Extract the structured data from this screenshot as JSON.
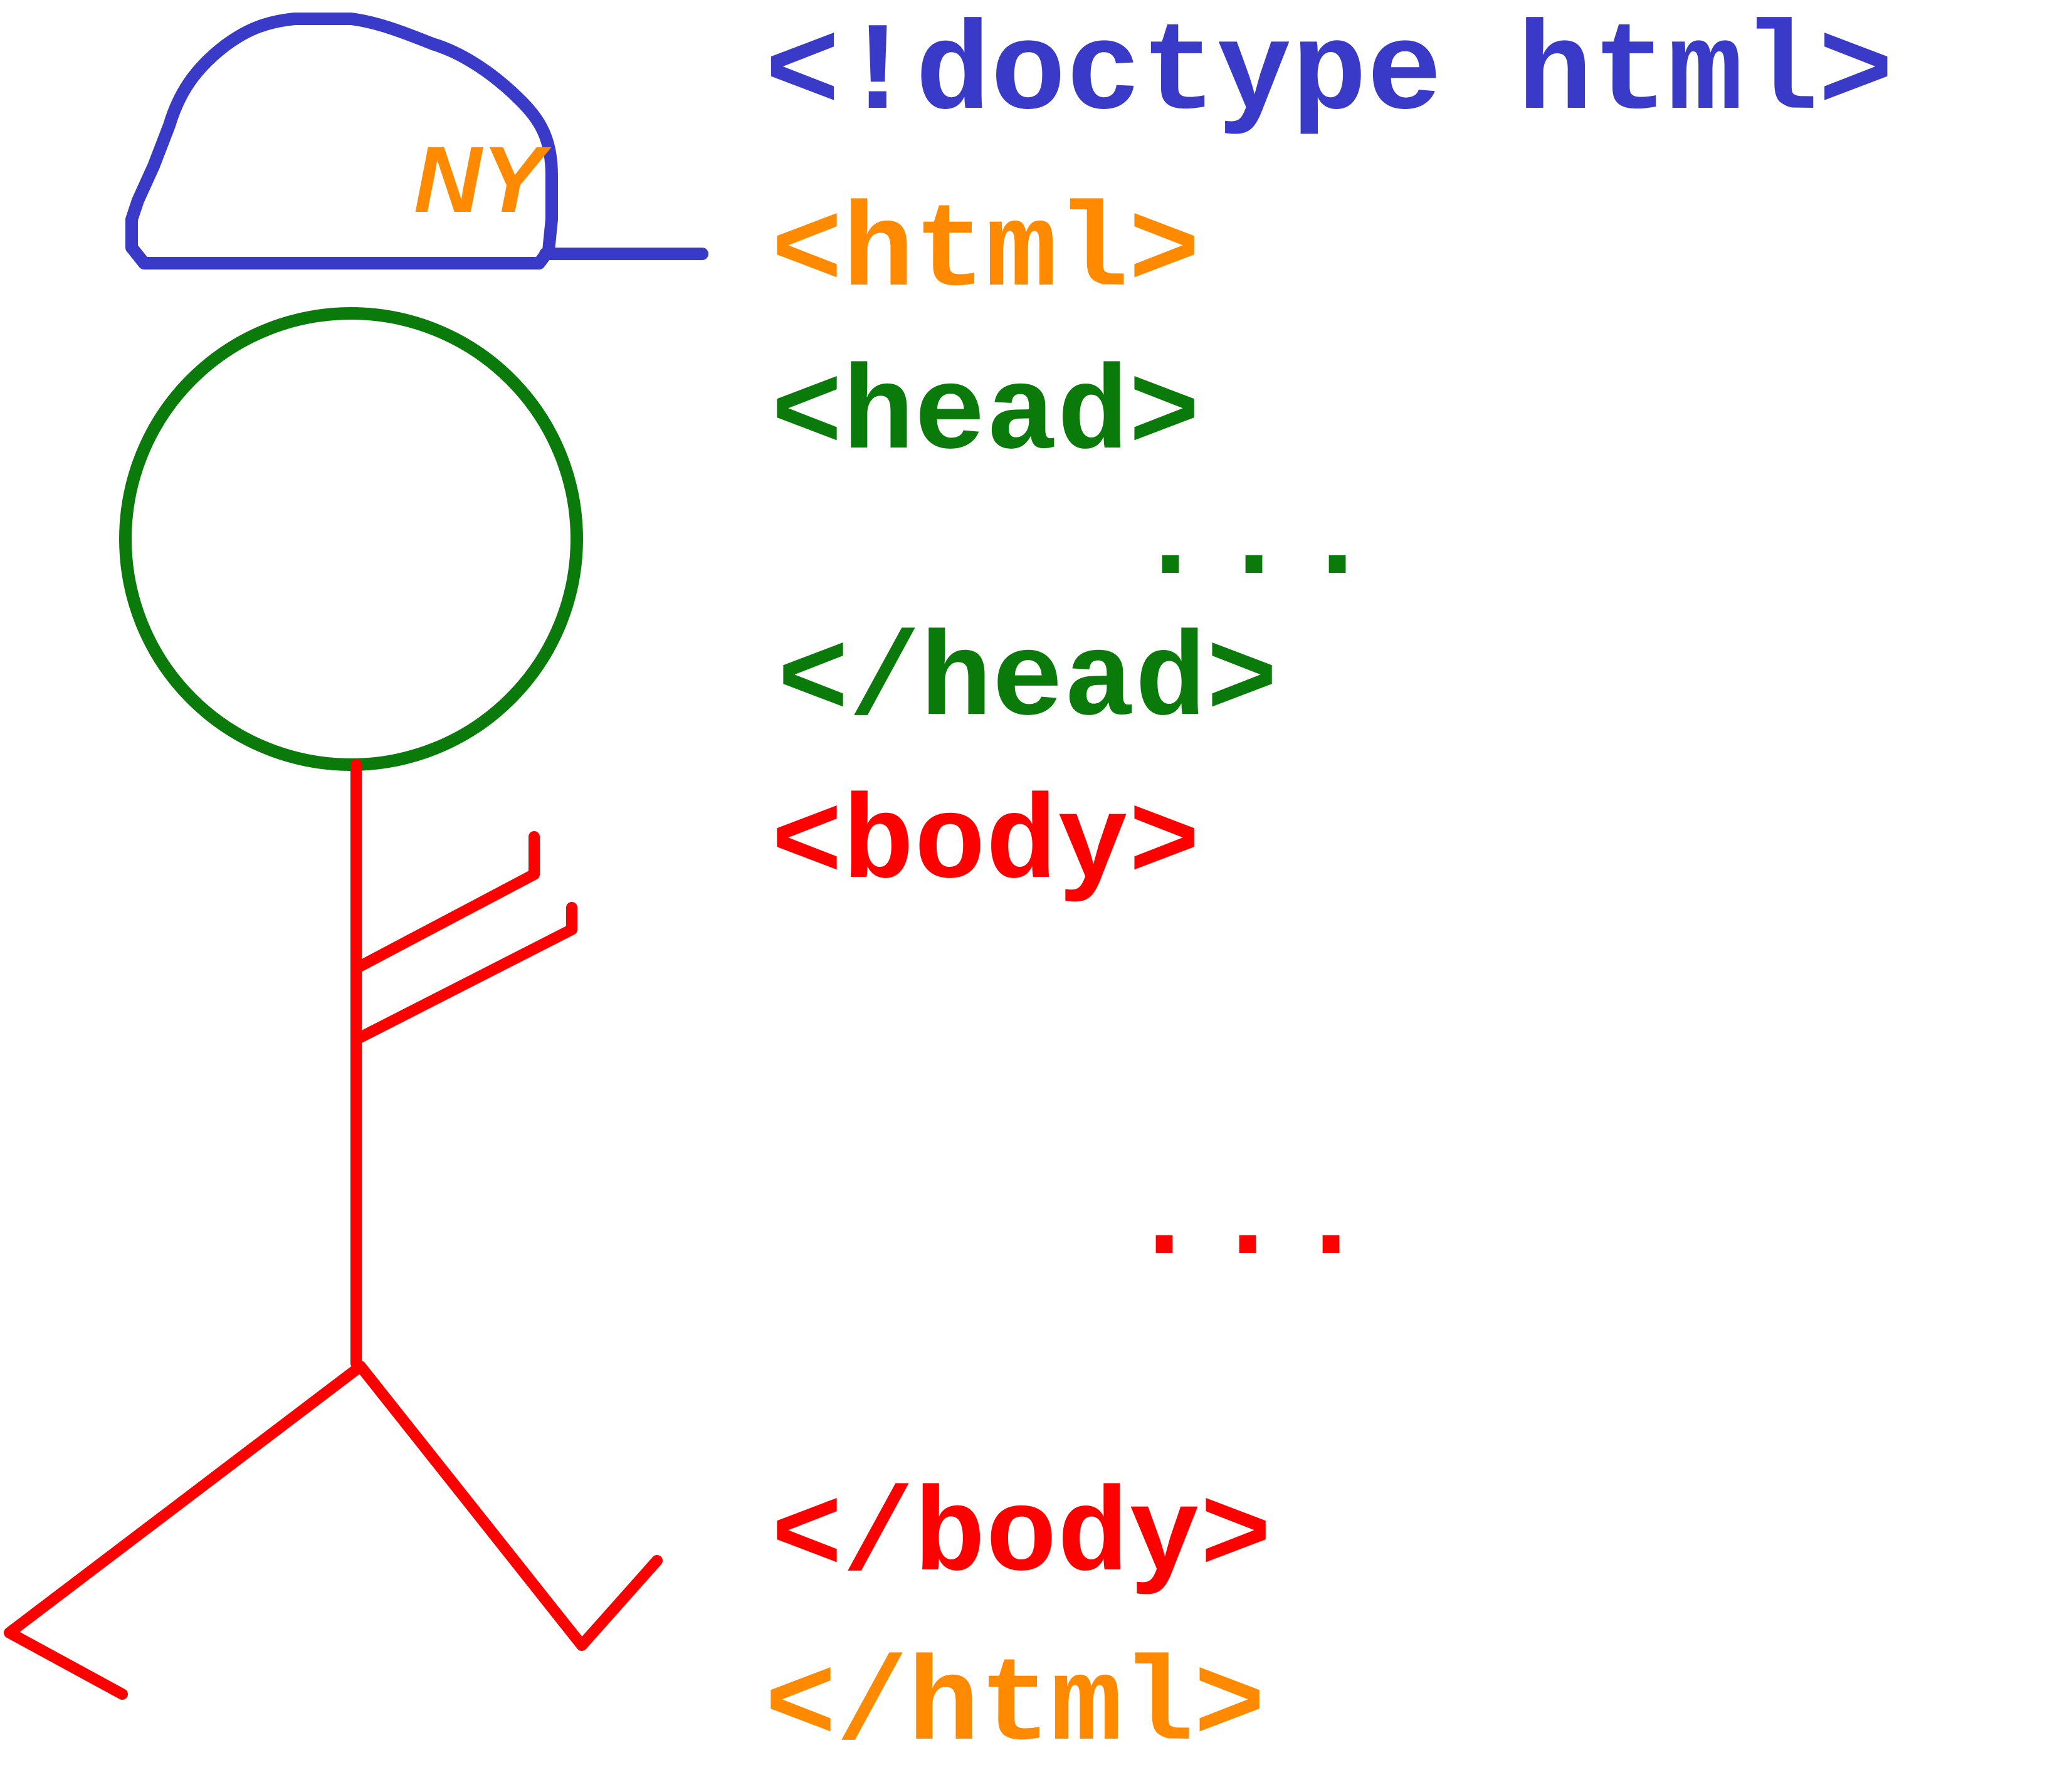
{
  "colors": {
    "doctype": "#3a3ac8",
    "html": "#ff8a00",
    "head": "#0a7a0a",
    "body": "#ff0000"
  },
  "hat_text": "NY",
  "code_lines": {
    "doctype": "<!doctype html>",
    "html_open": "<html>",
    "head_open": "<head>",
    "head_ellipsis": "...",
    "head_close": "</head>",
    "body_open": "<body>",
    "body_ellipsis": "...",
    "body_close": "</body>",
    "html_close": "</html>"
  },
  "figure": {
    "hat": "cap",
    "head": "circle",
    "body": "stick-figure"
  }
}
